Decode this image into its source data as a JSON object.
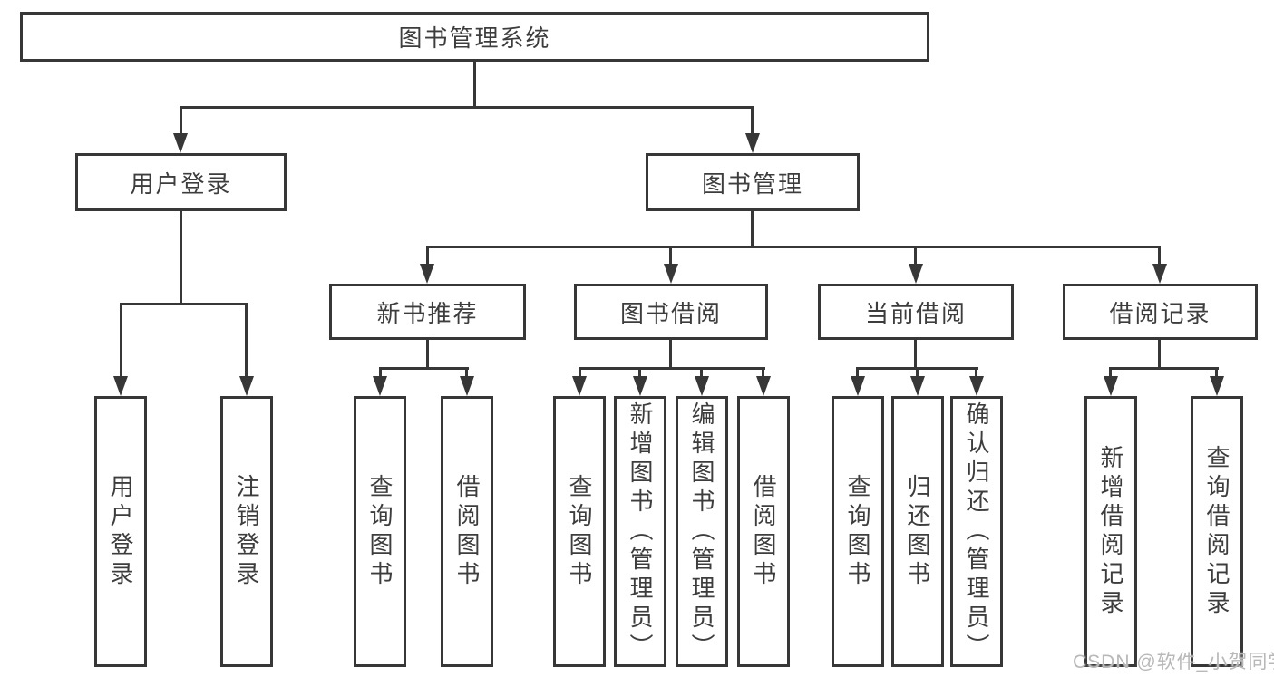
{
  "diagram": {
    "root": {
      "label": "图书管理系统"
    },
    "branches": [
      {
        "label": "用户登录",
        "children": [
          {
            "label": "用户登录"
          },
          {
            "label": "注销登录"
          }
        ]
      },
      {
        "label": "图书管理",
        "children": [
          {
            "label": "新书推荐",
            "children": [
              {
                "label": "查询图书"
              },
              {
                "label": "借阅图书"
              }
            ]
          },
          {
            "label": "图书借阅",
            "children": [
              {
                "label": "查询图书"
              },
              {
                "label": "新增图书（管理员）"
              },
              {
                "label": "编辑图书（管理员）"
              },
              {
                "label": "借阅图书"
              }
            ]
          },
          {
            "label": "当前借阅",
            "children": [
              {
                "label": "查询图书"
              },
              {
                "label": "归还图书"
              },
              {
                "label": "确认归还（管理员）"
              }
            ]
          },
          {
            "label": "借阅记录",
            "children": [
              {
                "label": "新增借阅记录"
              },
              {
                "label": "查询借阅记录"
              }
            ]
          }
        ]
      }
    ]
  },
  "watermark": {
    "text": "CSDN @软件_小贺同学"
  },
  "colors": {
    "line": "#373737",
    "text": "#3d3d3d",
    "background": "#ffffff",
    "watermark_text": "#b8b8b8"
  }
}
